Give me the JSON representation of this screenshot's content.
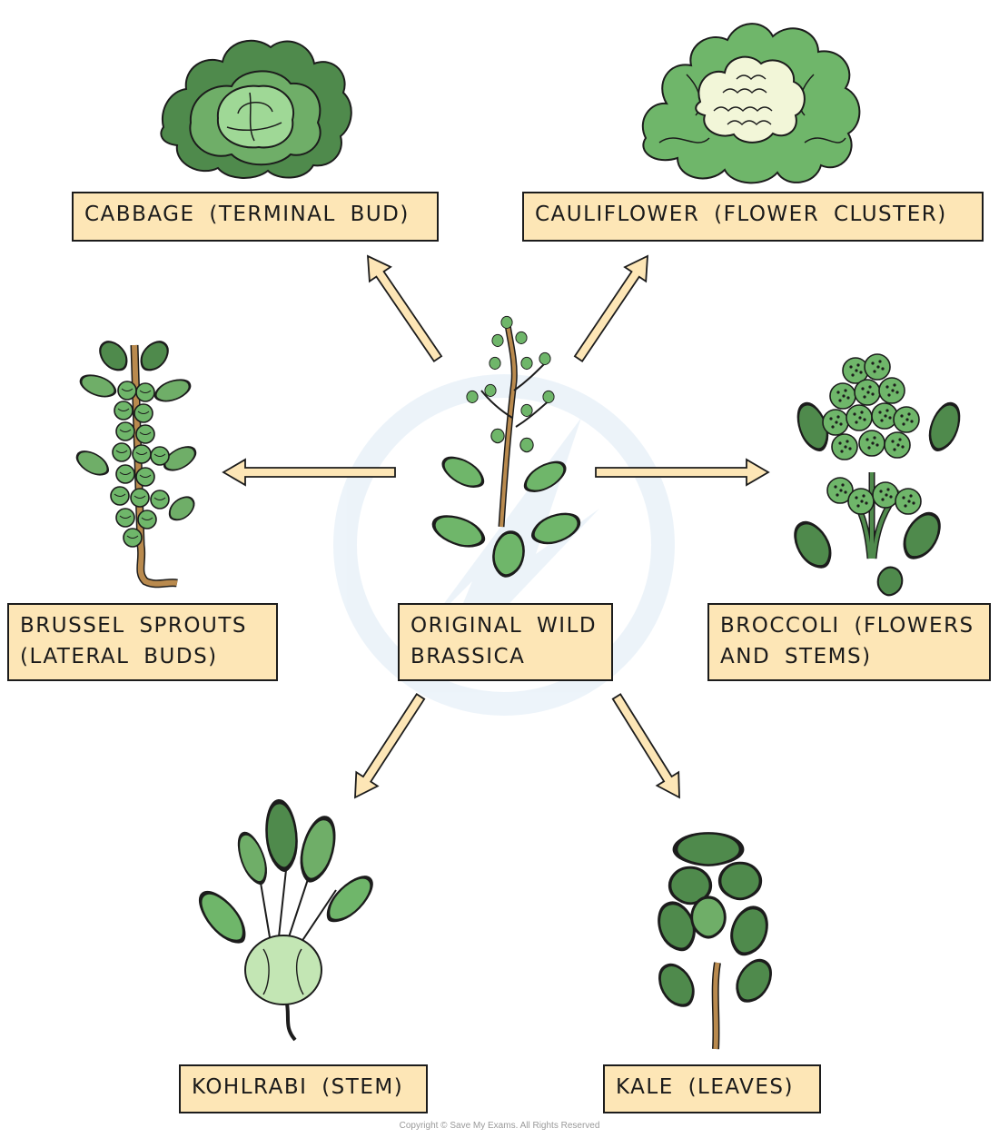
{
  "nodes": {
    "cabbage": {
      "lines": [
        "CABBAGE (TERMINAL BUD)"
      ]
    },
    "cauliflower": {
      "lines": [
        "CAULIFLOWER (FLOWER CLUSTER)"
      ]
    },
    "brussel": {
      "lines": [
        "BRUSSEL SPROUTS",
        "(LATERAL BUDS)"
      ]
    },
    "original": {
      "lines": [
        "ORIGINAL WILD",
        "BRASSICA"
      ]
    },
    "broccoli": {
      "lines": [
        "BROCCOLI (FLOWERS",
        "AND STEMS)"
      ]
    },
    "kohlrabi": {
      "lines": [
        "KOHLRABI (STEM)"
      ]
    },
    "kale": {
      "lines": [
        "KALE (LEAVES)"
      ]
    }
  },
  "edges": [
    {
      "from": "original",
      "to": "cabbage"
    },
    {
      "from": "original",
      "to": "cauliflower"
    },
    {
      "from": "original",
      "to": "brussel"
    },
    {
      "from": "original",
      "to": "broccoli"
    },
    {
      "from": "original",
      "to": "kohlrabi"
    },
    {
      "from": "original",
      "to": "kale"
    }
  ],
  "icons": [
    "cabbage-icon",
    "cauliflower-icon",
    "brussel-sprouts-icon",
    "wild-brassica-icon",
    "broccoli-icon",
    "kohlrabi-icon",
    "kale-icon",
    "watermark-logo"
  ],
  "colors": {
    "label_fill": "#fde6b6",
    "arrow_fill": "#fde6b6",
    "outline": "#1c1c1c",
    "leaf_light": "#8fcf86",
    "leaf_mid": "#6fae68",
    "leaf_dark": "#4f8a4c"
  },
  "footer": {
    "copyright": "Copyright © Save My Exams. All Rights Reserved"
  }
}
